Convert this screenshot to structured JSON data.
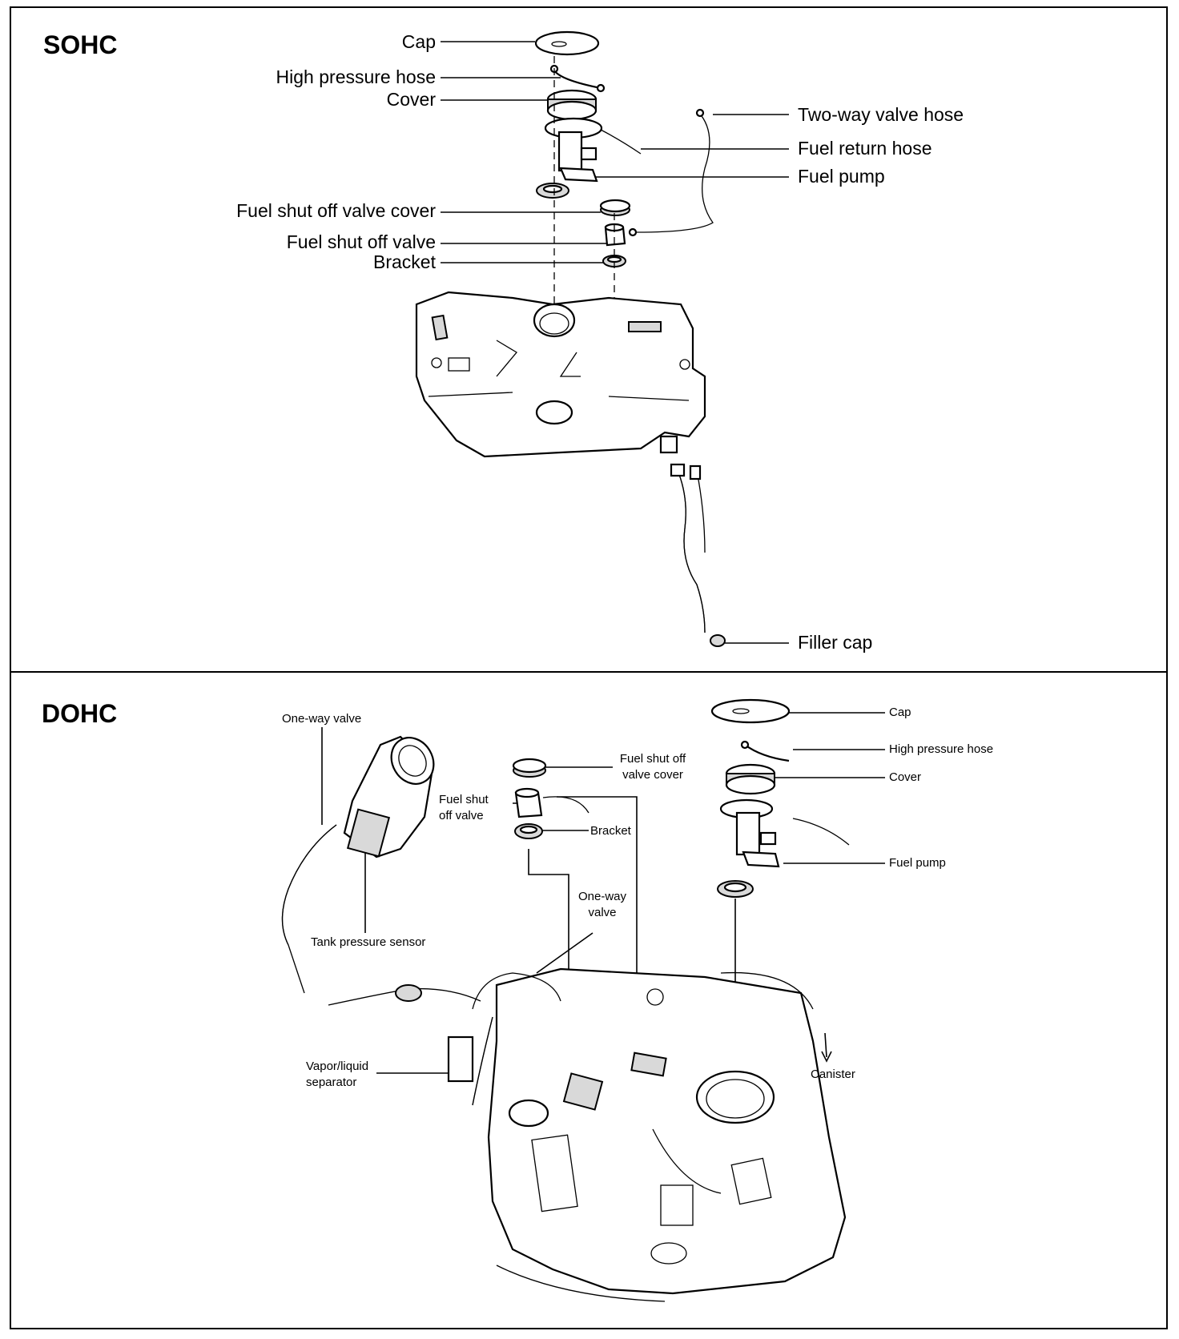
{
  "sohc": {
    "title": "SOHC",
    "labels": {
      "cap": "Cap",
      "high_pressure_hose": "High pressure hose",
      "cover": "Cover",
      "two_way_valve_hose": "Two-way valve hose",
      "fuel_return_hose": "Fuel return hose",
      "fuel_pump": "Fuel pump",
      "fuel_shut_off_valve_cover": "Fuel shut off valve cover",
      "fuel_shut_off_valve": "Fuel shut off valve",
      "bracket": "Bracket",
      "filler_cap": "Filler cap"
    }
  },
  "dohc": {
    "title": "DOHC",
    "labels": {
      "one_way_valve_top": "One-way valve",
      "tank_pressure_sensor": "Tank pressure sensor",
      "fuel_shut_off_valve_cover_1": "Fuel shut off",
      "fuel_shut_off_valve_cover_2": "valve cover",
      "fuel_shut_off_valve_1": "Fuel shut",
      "fuel_shut_off_valve_2": "off valve",
      "bracket": "Bracket",
      "one_way_valve_mid_1": "One-way",
      "one_way_valve_mid_2": "valve",
      "cap": "Cap",
      "high_pressure_hose": "High pressure hose",
      "cover": "Cover",
      "fuel_pump": "Fuel pump",
      "vapor_liquid_separator_1": "Vapor/liquid",
      "vapor_liquid_separator_2": "separator",
      "canister": "Canister"
    }
  }
}
